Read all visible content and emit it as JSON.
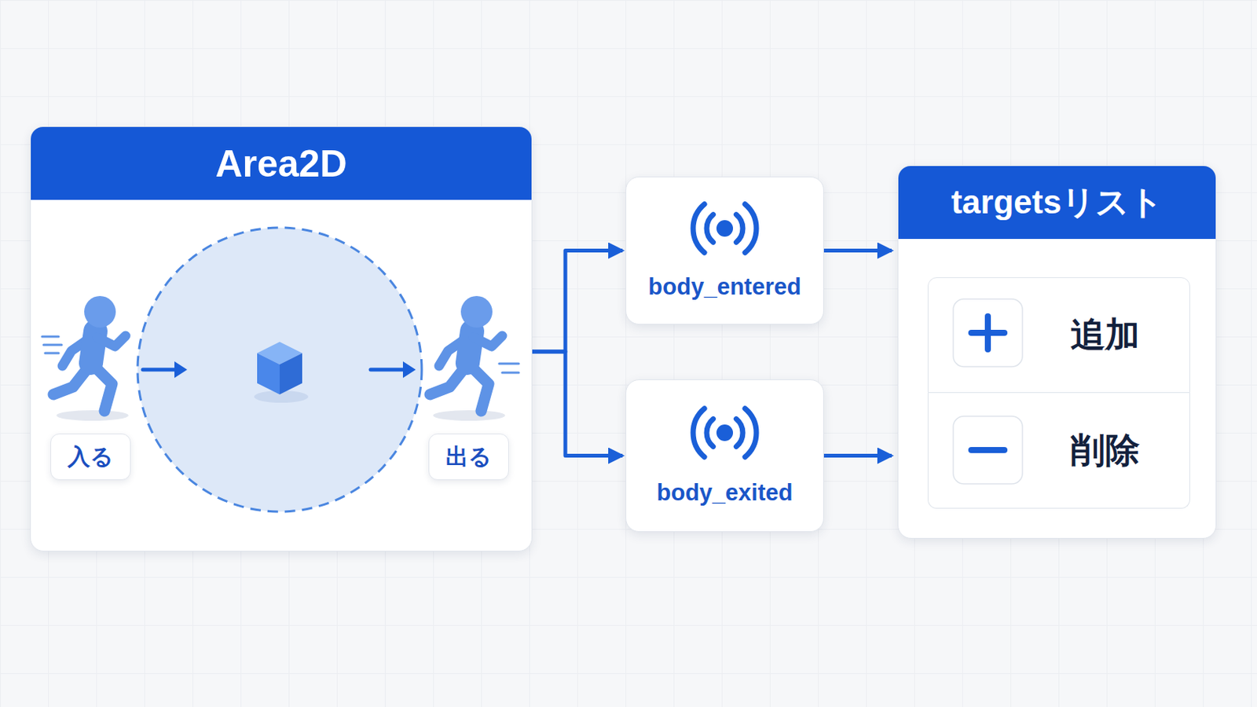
{
  "diagram": {
    "nodes": [
      {
        "text": [
          "Area2D"
        ]
      },
      {
        "text": [
          "入る"
        ],
        "in": 0
      },
      {
        "text": [
          "出る"
        ],
        "in": 0
      },
      {
        "text": [
          "body_entered"
        ]
      },
      {
        "text": [
          "body_exited"
        ]
      },
      {
        "text": [
          "targetsリスト"
        ]
      },
      {
        "text": [
          "追加"
        ],
        "in": 5
      },
      {
        "text": [
          "削除"
        ],
        "in": 5
      }
    ],
    "edges": [
      {
        "from": 0,
        "to": 3,
        "arrow": "to"
      },
      {
        "from": 0,
        "to": 4,
        "arrow": "to"
      },
      {
        "from": 3,
        "to": 5,
        "arrow": "to"
      },
      {
        "from": 4,
        "to": 5,
        "arrow": "to"
      }
    ]
  }
}
